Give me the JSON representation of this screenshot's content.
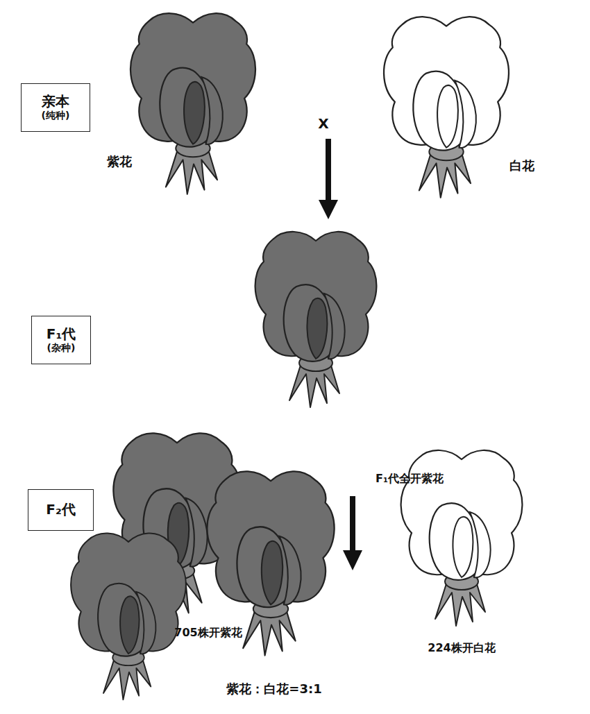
{
  "diagram": {
    "nodes": [
      {
        "text": [
          "亲本",
          "(纯种)"
        ]
      },
      {
        "text": [
          "F₁代",
          "(杂种)"
        ]
      },
      {
        "text": [
          "F₂代"
        ]
      }
    ],
    "labels": [
      "紫花",
      "白花",
      "X",
      "F₁代全开紫花",
      "705株开紫花",
      "224株开白花",
      "紫花：白花=3:1"
    ]
  }
}
